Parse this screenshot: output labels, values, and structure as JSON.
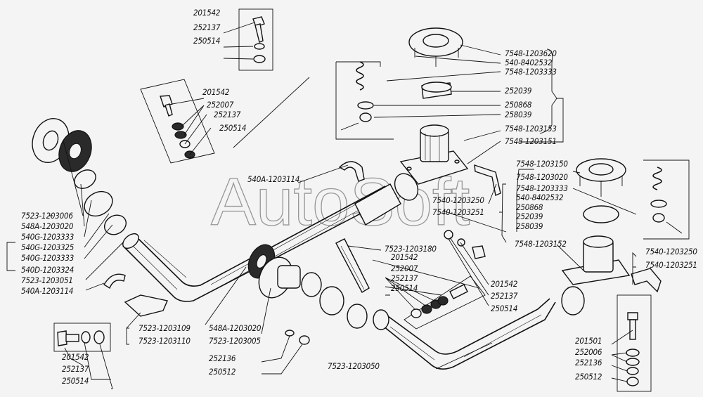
{
  "diagram": {
    "type": "exploded-parts-diagram",
    "subject": "exhaust pipe system with mounting hardware",
    "watermark": "AutoSoft",
    "labels": {
      "top_box_bolt": "201542",
      "top_box_washer": "252137",
      "top_box_nut": "250514",
      "mid_box_bolt": "201542",
      "mid_box_washer_flat": "252007",
      "mid_box_washer_spring": "252137",
      "mid_box_nut": "250514",
      "clamp_upper": "540A-1203114",
      "upper_flange": "7548-1203620",
      "upper_bolt_stud": "540-8402532",
      "upper_spring": "7548-1203333",
      "upper_ring": "252039",
      "upper_washer": "250868",
      "upper_cotter": "258039",
      "upper_mount": "7548-1203153",
      "upper_mount_base": "7548-1203151",
      "bracket_a": "7548-1203150",
      "right_flange": "7548-1203020",
      "right_spring": "7548-1203333",
      "right_stud": "540-8402532",
      "right_washer": "250868",
      "right_ring": "252039",
      "right_cotter": "258039",
      "right_mount": "7548-1203152",
      "mid_bracket_1": "7540-1203250",
      "mid_bracket_2": "7540-1203251",
      "right_bracket_1": "7540-1203250",
      "right_bracket_2": "7540-1203251",
      "left_flange": "7523-1203006",
      "left_gasket": "548A-1203020",
      "left_ring_1": "540G-1203333",
      "left_sleeve": "540G-1203325",
      "left_ring_2": "540G-1203333",
      "left_ring_3": "540D-1203324",
      "left_pipe": "7523-1203051",
      "left_clamp": "540A-1203114",
      "lower_left_bolt": "201542",
      "lower_left_washer": "252137",
      "lower_left_nut": "250514",
      "support_1": "7523-1203109",
      "support_2": "7523-1203110",
      "center_gasket": "548A-1203020",
      "center_flange": "7523-1203005",
      "center_washer": "252136",
      "center_nut": "250512",
      "strap": "7523-1203180",
      "strap_bolt": "201542",
      "strap_washer_flat": "252007",
      "strap_washer_spring": "252137",
      "strap_nut": "250514",
      "bracket_bolt": "201542",
      "bracket_washer": "252137",
      "bracket_nut": "250514",
      "lower_pipe": "7523-1203050",
      "right_box_bolt": "201501",
      "right_box_washer_flat": "252006",
      "right_box_washer_spring": "252136",
      "right_box_nut": "250512"
    }
  }
}
